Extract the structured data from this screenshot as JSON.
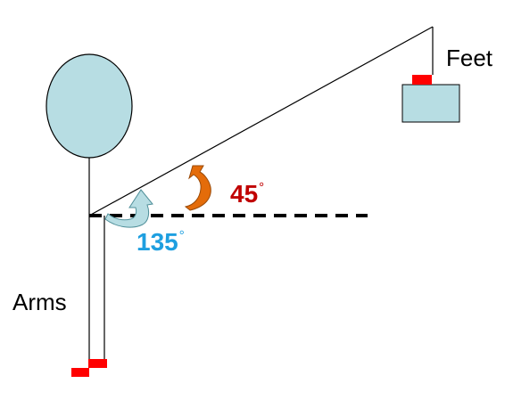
{
  "labels": {
    "feet": "Feet",
    "arms": "Arms",
    "angle_small": "45",
    "angle_large": "135",
    "degree_symbol": "°"
  },
  "colors": {
    "head_fill": "#b7dde3",
    "head_stroke": "#000000",
    "box_fill": "#b7dde3",
    "marker_red": "#ff0000",
    "line": "#000000",
    "angle_small_text": "#c00000",
    "angle_small_arrow": "#e46c0a",
    "angle_large_text": "#1e9fe0",
    "angle_large_arrow": "#b7dde3"
  },
  "icons": {
    "angle_small_arrow": "curved-arrow-icon",
    "angle_large_arrow": "curved-arrow-icon"
  }
}
